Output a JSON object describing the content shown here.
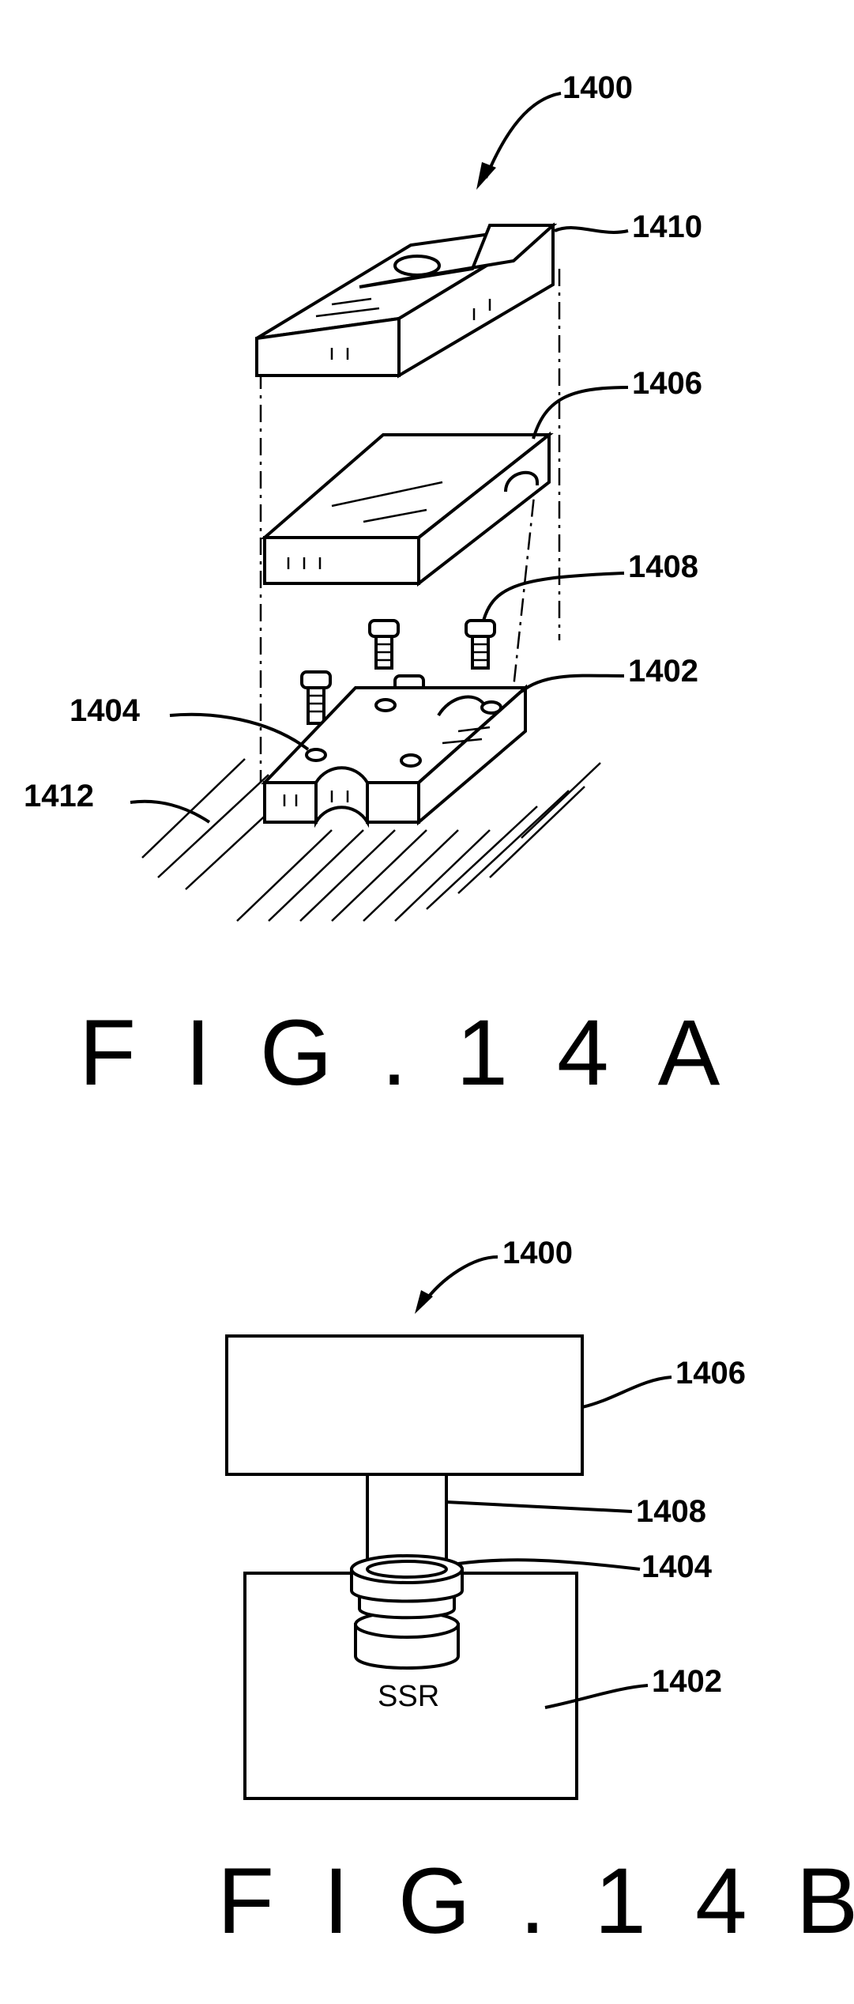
{
  "fig_a": {
    "caption": "FIG.14A",
    "labels": {
      "assembly": "1400",
      "top_plate": "1410",
      "mid_plate": "1406",
      "screws": "1408",
      "base_plate": "1402",
      "hole": "1404",
      "surface": "1412"
    }
  },
  "fig_b": {
    "caption": "FIG.14B",
    "labels": {
      "assembly": "1400",
      "top_block": "1406",
      "post": "1408",
      "collar": "1404",
      "base_block": "1402"
    },
    "base_text": "SSR"
  }
}
